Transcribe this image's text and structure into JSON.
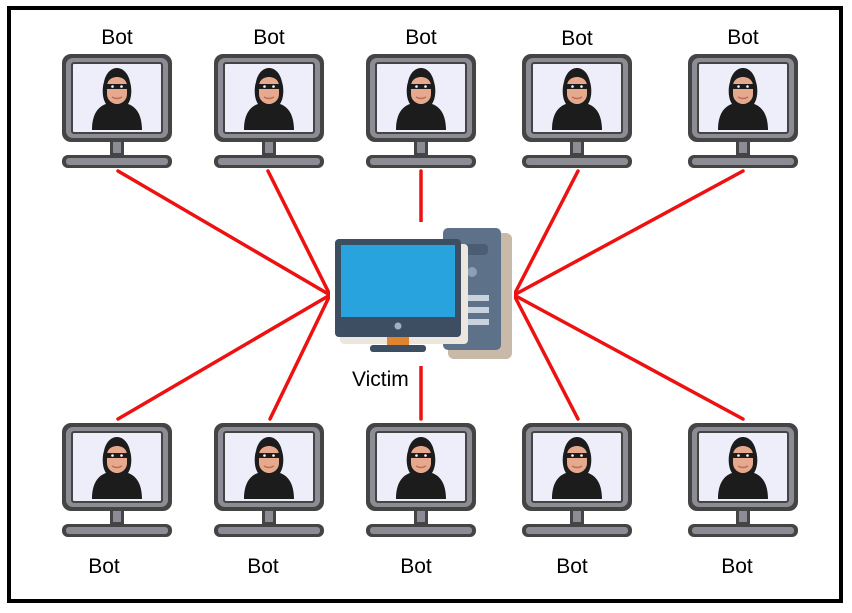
{
  "bot_label": "Bot",
  "victim_label": "Victim",
  "top_bots": [
    {
      "label": "Bot"
    },
    {
      "label": "Bot"
    },
    {
      "label": "Bot"
    },
    {
      "label": "Bot"
    },
    {
      "label": "Bot"
    }
  ],
  "bottom_bots": [
    {
      "label": "Bot"
    },
    {
      "label": "Bot"
    },
    {
      "label": "Bot"
    },
    {
      "label": "Bot"
    },
    {
      "label": "Bot"
    }
  ],
  "victim": {
    "label": "Victim"
  },
  "colors": {
    "border": "#000000",
    "link": "#ee1111",
    "monitor_frame": "#444444",
    "monitor_body": "#8c8c94",
    "screen": "#eeeefa",
    "hood": "#1c1c1c",
    "face": "#e7a98e",
    "victim_screen": "#29a3de",
    "victim_bezel": "#3d4e63",
    "tower": "#5d7289"
  },
  "icons": {
    "bot": "hacker-computer-icon",
    "victim": "desktop-computer-icon"
  }
}
